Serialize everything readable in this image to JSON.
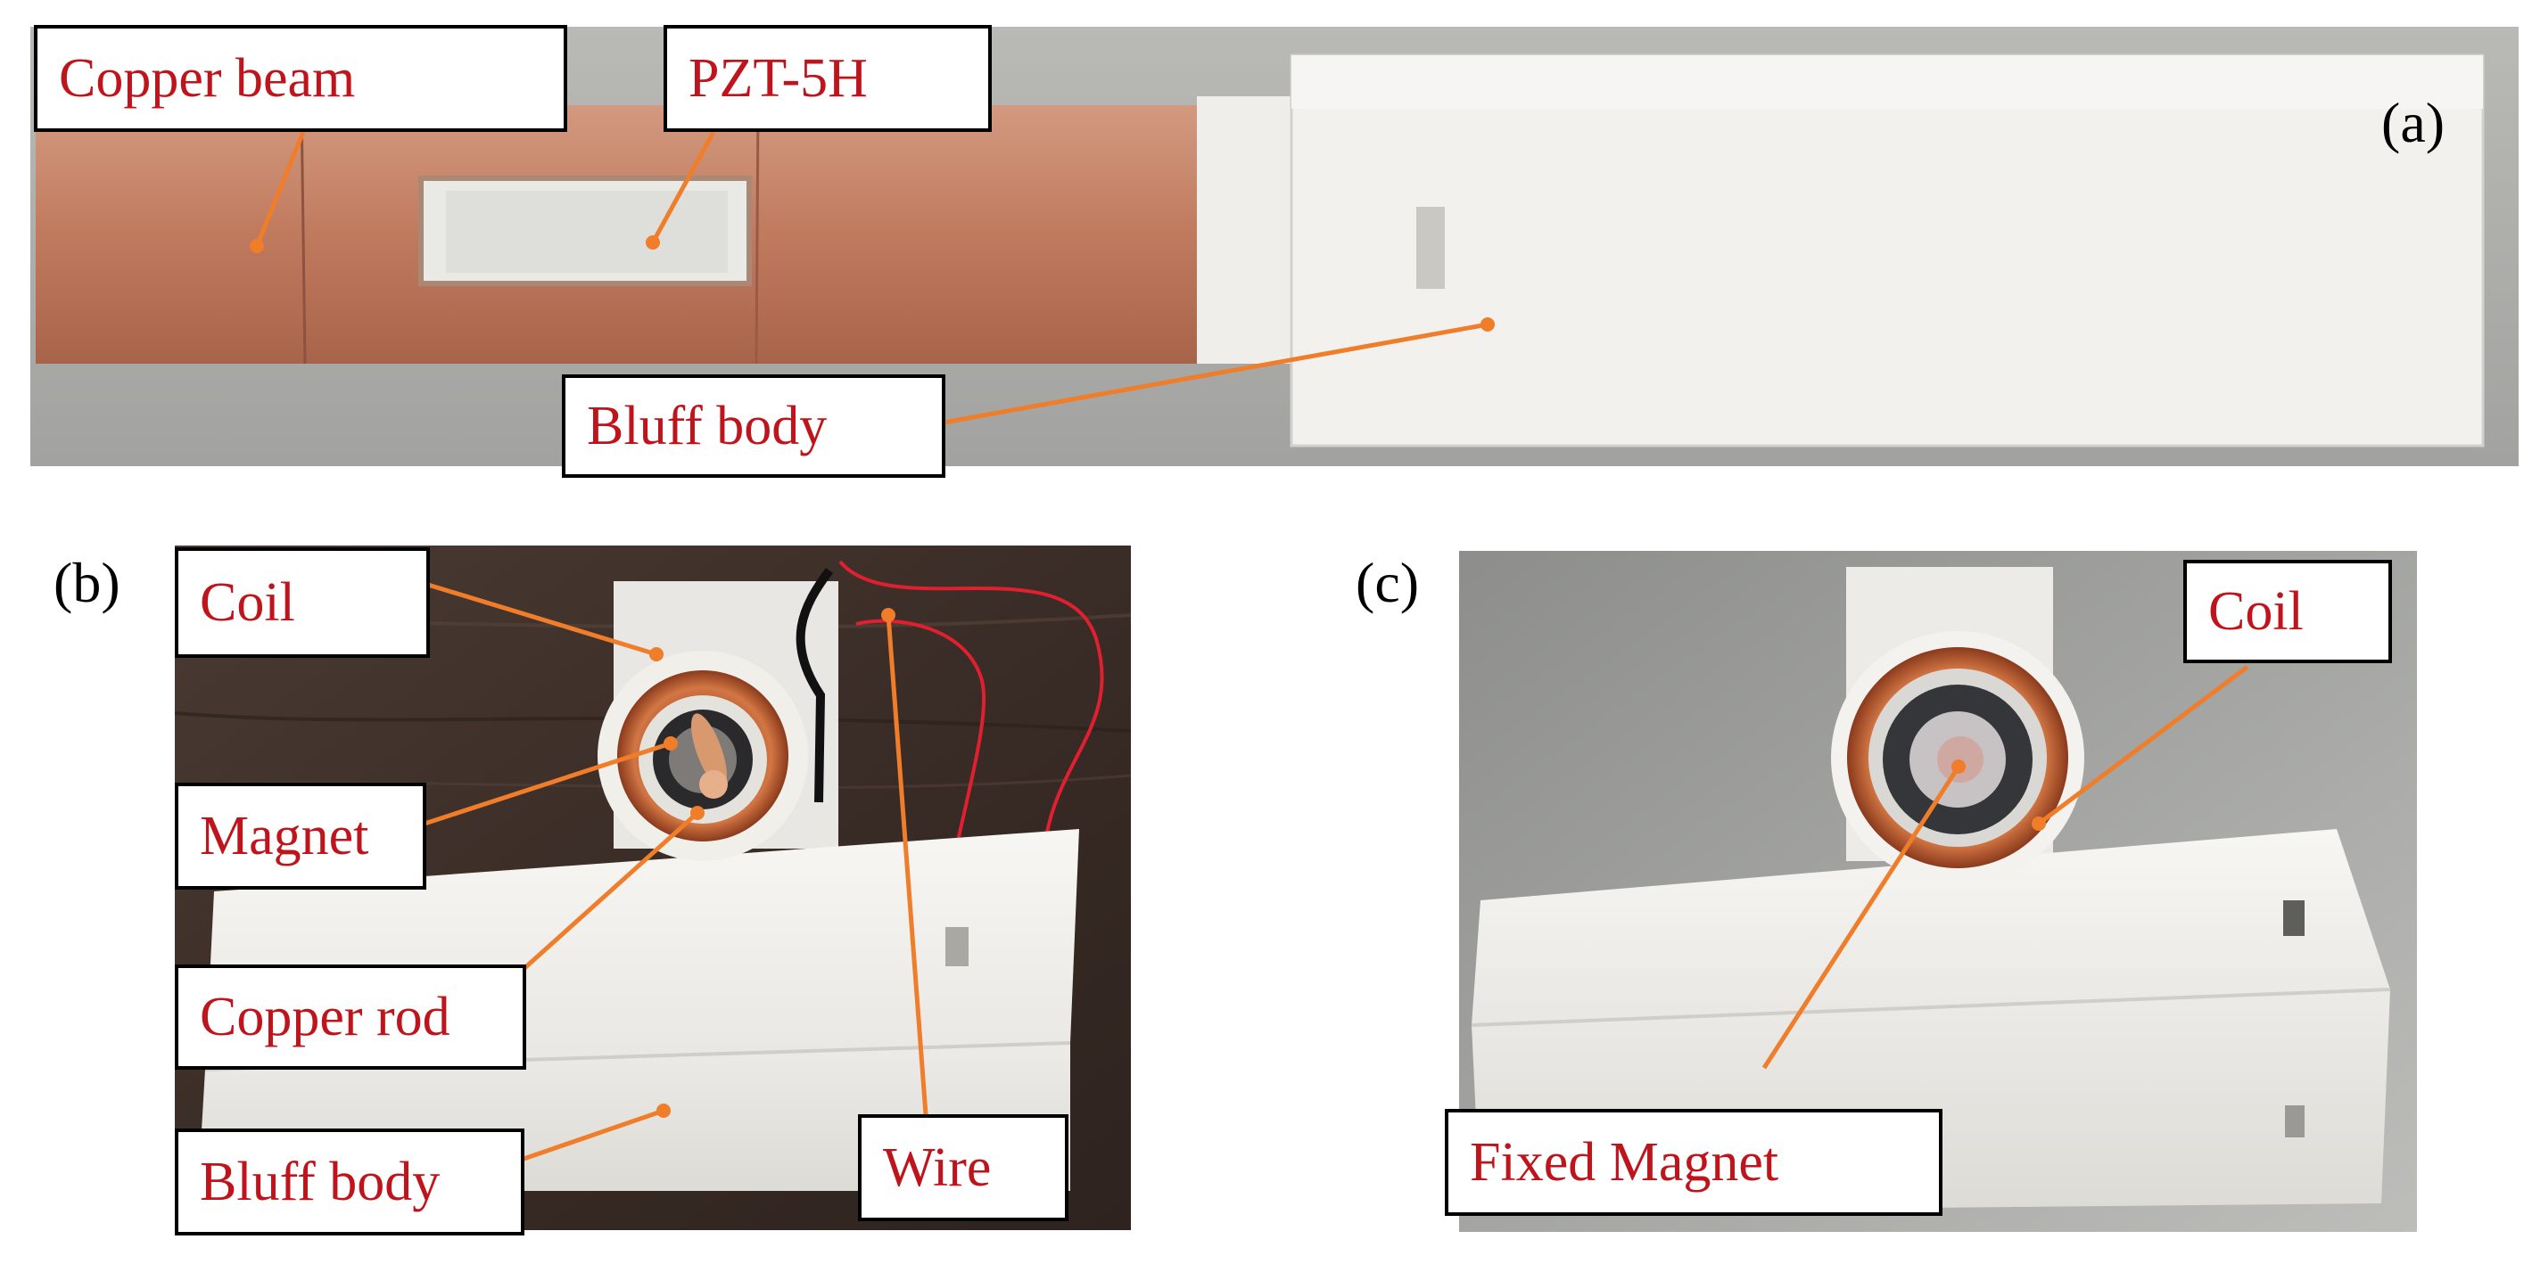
{
  "panels": {
    "a": {
      "letter": "(a)",
      "labels": {
        "copper_beam": "Copper beam",
        "pzt": "PZT-5H",
        "bluff_body": "Bluff body"
      }
    },
    "b": {
      "letter": "(b)",
      "labels": {
        "coil": "Coil",
        "magnet": "Magnet",
        "copper_rod": "Copper rod",
        "bluff_body": "Bluff body",
        "wire": "Wire"
      }
    },
    "c": {
      "letter": "(c)",
      "labels": {
        "coil": "Coil",
        "fixed_magnet": "Fixed Magnet"
      }
    }
  },
  "colors": {
    "label_text": "#c0141c",
    "leader_line": "#ef7d2a",
    "copper": "#c07a5e",
    "bluff_white": "#f0efec"
  }
}
